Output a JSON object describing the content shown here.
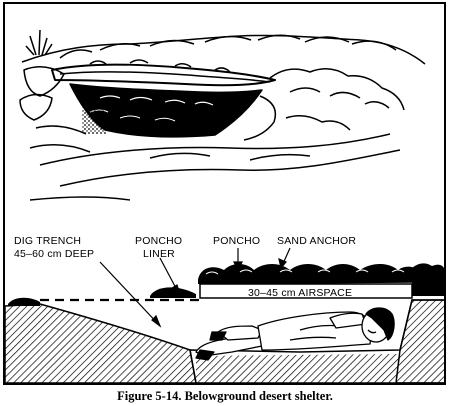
{
  "labels": {
    "dig_trench_line1": "DIG TRENCH",
    "dig_trench_line2": "45–60 cm DEEP",
    "poncho_liner_line1": "PONCHO",
    "poncho_liner_line2": "LINER",
    "poncho": "PONCHO",
    "sand_anchor": "SAND ANCHOR",
    "airspace": "30–45 cm AIRSPACE"
  },
  "caption": "Figure 5-14. Belowground desert shelter."
}
